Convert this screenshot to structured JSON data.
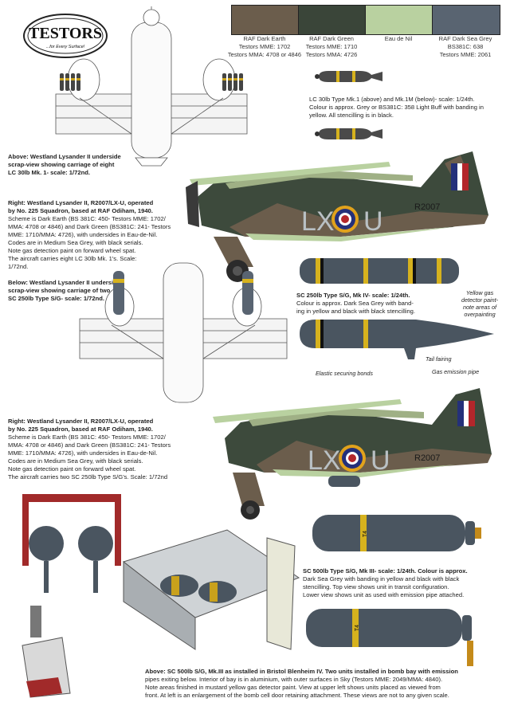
{
  "logo": {
    "brand": "TESTORS",
    "tagline": "...for Every Surface!"
  },
  "swatches": [
    {
      "name": "RAF Dark Earth",
      "code1": "Testors MME: 1702",
      "code2": "Testors MMA: 4708 or 4846",
      "color": "#6b5d4c"
    },
    {
      "name": "RAF Dark Green",
      "code1": "Testors MME: 1710",
      "code2": "Testors MMA: 4726",
      "color": "#3a4539"
    },
    {
      "name": "Eau de Nil",
      "code1": "",
      "code2": "",
      "color": "#b9d1a0"
    },
    {
      "name": "RAF Dark Sea Grey",
      "code1": "BS381C: 638",
      "code2": "Testors MME: 2061",
      "color": "#596471"
    }
  ],
  "captions": {
    "bomb30": {
      "title": "LC 30lb Type Mk.1 (above) and Mk.1M (below)",
      "lines": [
        "LC 30lb Type Mk.1 (above) and Mk.1M (below)- scale: 1/24th.",
        "Colour is approx. Grey or BS381C: 358 Light Buff with banding in",
        "yellow. All stencilling is in black."
      ]
    },
    "underside1": {
      "lines": [
        "Above: Westland Lysander II underside",
        "scrap-view showing carriage of eight",
        "LC 30lb Mk. 1- scale: 1/72nd."
      ]
    },
    "right1": {
      "lines": [
        "Right: Westland Lysander II, R2007/LX-U, operated",
        "by No. 225 Squadron, based at RAF Odiham, 1940.",
        "Scheme is Dark Earth (BS 381C: 450- Testors MME: 1702/",
        "MMA: 4708 or 4846) and Dark Green (BS381C: 241- Testors",
        "MME: 1710/MMA: 4726), with undersides in Eau-de-Nil.",
        "Codes are in Medium Sea Grey, with black serials.",
        "Note gas detection paint on forward wheel spat.",
        "The aircraft carries eight LC 30lb Mk. 1's. Scale:",
        "1/72nd."
      ]
    },
    "underside2": {
      "lines": [
        "Below: Westland Lysander II underside",
        "scrap-view showing carriage of two",
        "SC 250lb Type S/G- scale: 1/72nd."
      ]
    },
    "sc250": {
      "lines": [
        "SC 250lb Type S/G, Mk IV- scale: 1/24th.",
        "Colour is approx. Dark Sea Grey with band-",
        "ing in yellow and black with black stencilling."
      ]
    },
    "right2": {
      "lines": [
        "Right: Westland Lysander II, R2007/LX-U, operated",
        "by No. 225 Squadron, based at RAF Odiham, 1940.",
        "Scheme is Dark Earth (BS 381C: 450- Testors MME: 1702/",
        "MMA: 4708 or 4846) and Dark Green (BS381C: 241- Testors",
        "MME: 1710/MMA: 4726), with undersides in Eau-de-Nil.",
        "Codes are in Medium Sea Grey, with black serials.",
        "Note gas detection paint on forward wheel spat.",
        "The aircraft carries two SC 250lb Type S/G's. Scale: 1/72nd"
      ]
    },
    "sc500": {
      "lines": [
        "SC 500lb Type S/G, Mk III- scale: 1/24th. Colour is approx.",
        "Dark Sea Grey with banding in yellow and black with black",
        "stencilling. Top view shows unit in transit configuration.",
        "Lower view shows unit as used with emission pipe attached."
      ]
    },
    "blenheim": {
      "lines": [
        "Above: SC 500lb S/G, Mk.III as installed in Bristol Blenheim IV. Two units installed in bomb bay with emission",
        "pipes exiting below. Interior of bay is in aluminium, with outer surfaces in Sky (Testors MME: 2049/MMA: 4840).",
        "Note areas finished in mustard yellow gas detector paint. View at upper left shows units placed as viewed from",
        "front. At left is an enlargement of the bomb cell door retaining attachment. These views are not to any given scale."
      ]
    }
  },
  "callouts": {
    "yellow_gas": [
      "Yellow gas",
      "detector paint-",
      "note areas of",
      "overpainting"
    ],
    "tail_fairing": "Tail fairing",
    "elastic": "Elastic securing bonds",
    "gas_pipe": "Gas emission pipe"
  },
  "aircraft": {
    "code_left": "LX",
    "code_right": "U",
    "serial": "R2007"
  },
  "bomb_stencil": "T4"
}
